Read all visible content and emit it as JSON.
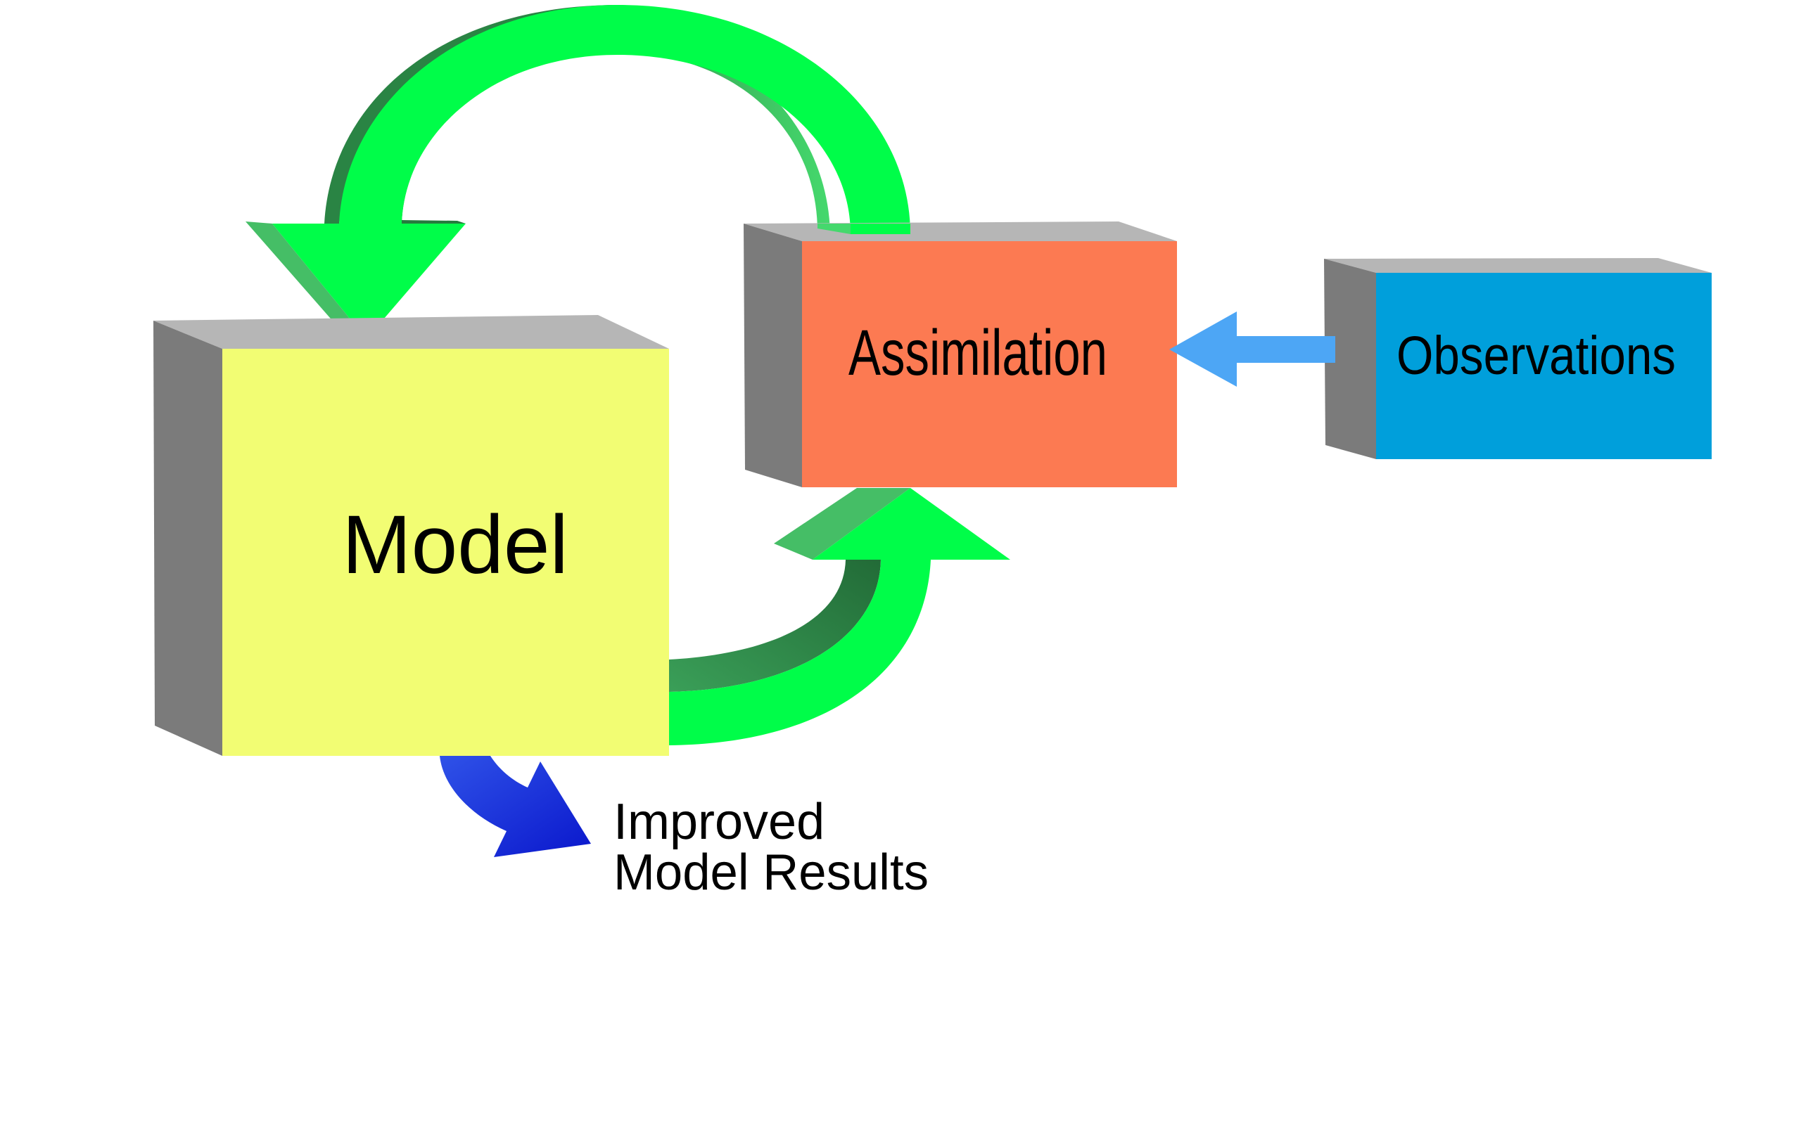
{
  "diagram": {
    "title": "Data assimilation cycle",
    "nodes": {
      "model": {
        "label": "Model",
        "color": "#f2fd73"
      },
      "assimilation": {
        "label": "Assimilation",
        "color": "#fc7a52"
      },
      "observations": {
        "label": "Observations",
        "color": "#009fdb"
      }
    },
    "output": {
      "line1": "Improved",
      "line2": "Model Results"
    },
    "edges": [
      {
        "from": "assimilation",
        "to": "model",
        "color": "#00fd49"
      },
      {
        "from": "model",
        "to": "assimilation",
        "color": "#00fd49"
      },
      {
        "from": "observations",
        "to": "assimilation",
        "color": "#4da6f5"
      },
      {
        "from": "model",
        "to": "output",
        "color": "#0a1fd6"
      }
    ],
    "colors": {
      "box_top": "#b6b6b6",
      "box_side": "#7b7b7b",
      "arrow_shadow": "#45be66",
      "arrow_shadow_dark": "#267a3e"
    }
  }
}
